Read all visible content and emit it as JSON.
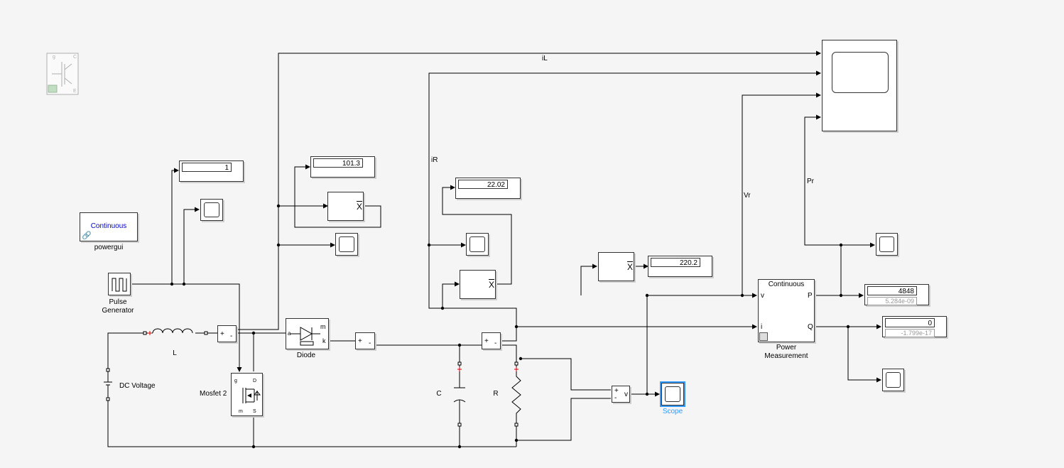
{
  "model": {
    "powergui": {
      "mode": "Continuous",
      "name": "powergui"
    },
    "labels": {
      "pulse_generator": "Pulse\nGenerator",
      "inductor": "L",
      "dc_voltage": "DC Voltage",
      "mosfet": "Mosfet 2",
      "diode": "Diode",
      "capacitor": "C",
      "resistor": "R",
      "scope": "Scope",
      "power_measurement_title": "Continuous",
      "power_measurement": "Power\nMeasurement",
      "pm_port_v": "v",
      "pm_port_i": "i",
      "pm_port_p": "P",
      "pm_port_q": "Q",
      "diode_port_m": "m",
      "diode_port_k": "k",
      "diode_port_a": "a",
      "signal_iL": "iL",
      "signal_iR": "iR",
      "signal_Vr": "Vr",
      "signal_Pr": "Pr",
      "mean_symbol": "X",
      "vm_port": "v",
      "sensor_plus": "+",
      "sensor_minus": "-",
      "mosfet_g": "g",
      "mosfet_d": "D",
      "mosfet_s": "S",
      "mosfet_m": "m"
    },
    "displays": {
      "duty": {
        "value": "1"
      },
      "il_mean": {
        "value": "101.3"
      },
      "ir_mean": {
        "value": "22.02"
      },
      "vr_mean": {
        "value": "220.2"
      },
      "p": {
        "value": "4848",
        "value2": "5.284e-09"
      },
      "q": {
        "value": "0",
        "value2": "-1.799e-17"
      }
    }
  },
  "colors": {
    "line": "#000000",
    "block_border": "#333333",
    "selected": "#3399ff",
    "powergui_text": "#0000cc",
    "port_red": "#d40000"
  },
  "icons": [
    "igbt-library-icon",
    "scope-icon",
    "pulse-icon",
    "inductor-icon",
    "battery-icon",
    "diode-icon",
    "capacitor-icon",
    "resistor-icon",
    "mosfet-icon",
    "link-icon"
  ]
}
